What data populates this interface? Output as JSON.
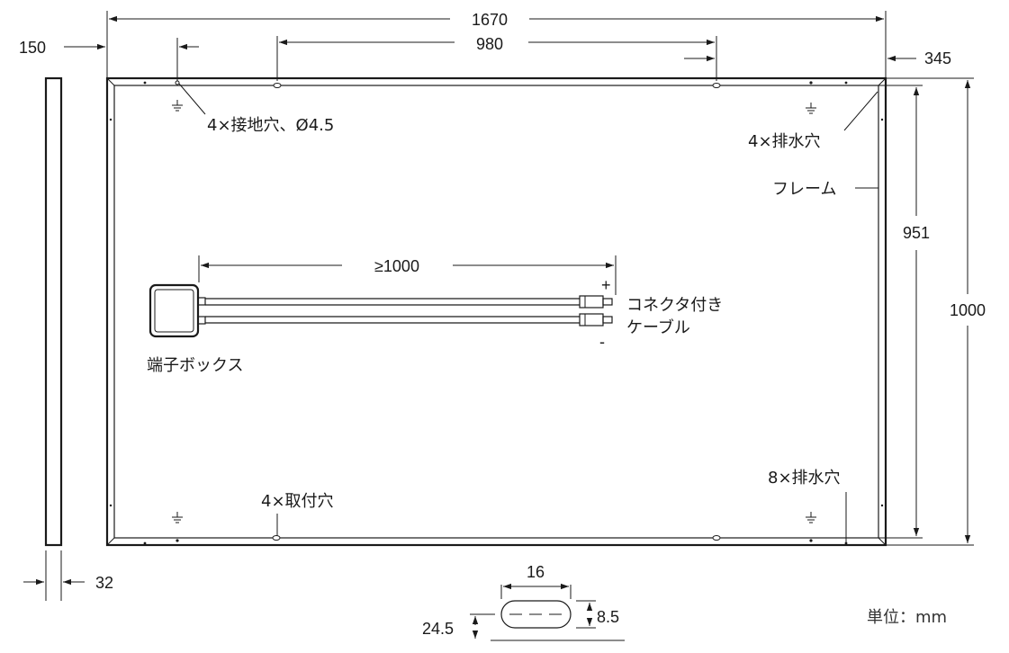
{
  "dimensions": {
    "total_width": "1670",
    "hole_spacing": "980",
    "left_offset": "150",
    "right_offset": "345",
    "inner_height": "951",
    "total_height": "1000",
    "frame_depth": "32",
    "cable_length": "≥1000",
    "slot_length": "16",
    "slot_width": "8.5",
    "slot_position": "24.5"
  },
  "labels": {
    "grounding_holes": "4×接地穴、Ø4.5",
    "drain_holes_top": "4×排水穴",
    "frame": "フレーム",
    "connector_cable_line1": "コネクタ付き",
    "connector_cable_line2": "ケーブル",
    "junction_box": "端子ボックス",
    "mounting_holes": "4×取付穴",
    "drain_holes_bottom": "8×排水穴",
    "polarity_plus": "+",
    "polarity_minus": "-",
    "unit": "単位：mm"
  },
  "icons": [
    "ground-symbol-icon",
    "arrowhead-icon"
  ]
}
